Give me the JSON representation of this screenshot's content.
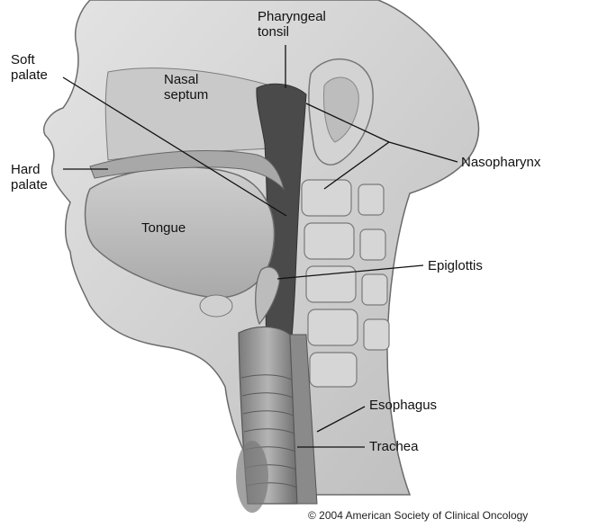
{
  "labels": {
    "pharyngeal_tonsil": "Pharyngeal\ntonsil",
    "soft_palate": "Soft\npalate",
    "nasal_septum": "Nasal\nseptum",
    "hard_palate": "Hard\npalate",
    "tongue": "Tongue",
    "nasopharynx": "Nasopharynx",
    "epiglottis": "Epiglottis",
    "esophagus": "Esophagus",
    "trachea": "Trachea"
  },
  "credit": "© 2004 American Society of Clinical Oncology"
}
